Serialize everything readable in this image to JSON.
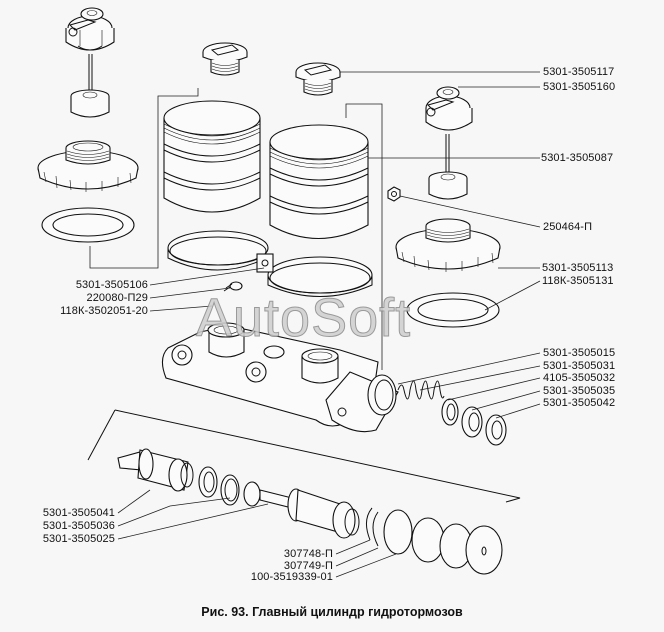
{
  "figure": {
    "caption": "Рис. 93. Главный цилиндр гидротормозов",
    "watermark": "AutoSoft"
  },
  "labels_right": [
    "5301-3505117",
    "5301-3505160",
    "5301-3505087",
    "250464-П",
    "5301-3505113",
    "118К-3505131",
    "5301-3505015",
    "5301-3505031",
    "4105-3505032",
    "5301-3505035",
    "5301-3505042"
  ],
  "labels_left_upper": [
    "5301-3505106",
    "220080-П29",
    "118К-3502051-20"
  ],
  "labels_left_lower": [
    "5301-3505041",
    "5301-3505036",
    "5301-3505025"
  ],
  "labels_bottom": [
    "307748-П",
    "307749-П",
    "100-3519339-01"
  ]
}
